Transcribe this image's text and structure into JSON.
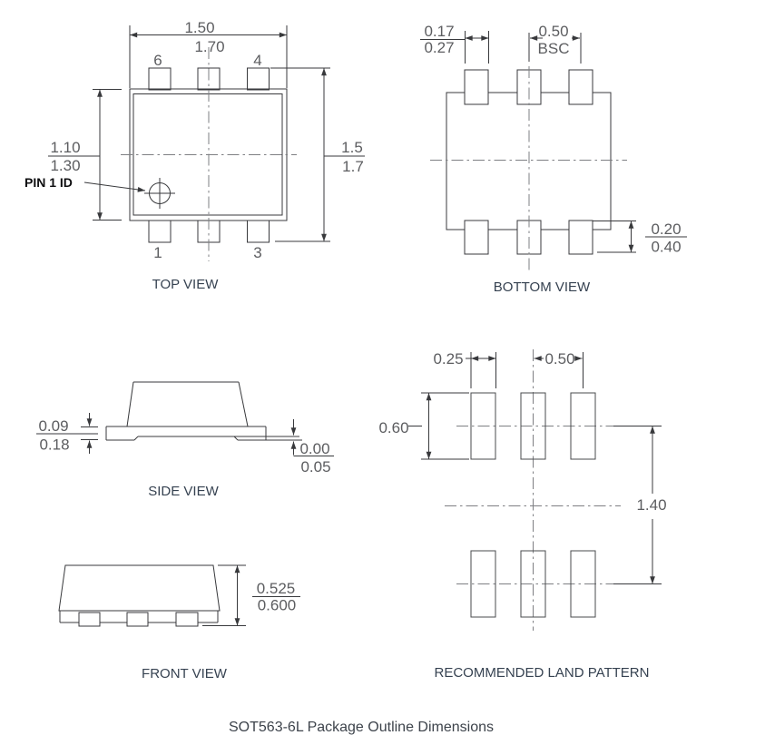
{
  "caption": "SOT563-6L Package Outline Dimensions",
  "views": {
    "top": {
      "label": "TOP VIEW",
      "width_min": "1.50",
      "width_max": "1.70",
      "body_length_min": "1.10",
      "body_length_max": "1.30",
      "overall_length_min": "1.5",
      "overall_length_max": "1.7",
      "pin1_id_label": "PIN 1 ID",
      "pins": {
        "top_left": "6",
        "top_right": "4",
        "bottom_left": "1",
        "bottom_right": "3"
      }
    },
    "bottom": {
      "label": "BOTTOM VIEW",
      "lead_width_min": "0.17",
      "lead_width_max": "0.27",
      "pitch": "0.50",
      "pitch_qualifier": "BSC",
      "lead_length_min": "0.20",
      "lead_length_max": "0.40"
    },
    "side": {
      "label": "SIDE VIEW",
      "lead_thickness_min": "0.09",
      "lead_thickness_max": "0.18",
      "standoff_min": "0.00",
      "standoff_max": "0.05"
    },
    "front": {
      "label": "FRONT VIEW",
      "height_min": "0.525",
      "height_max": "0.600"
    },
    "land": {
      "label": "RECOMMENDED LAND PATTERN",
      "pad_width": "0.25",
      "pad_pitch": "0.50",
      "pad_height": "0.60",
      "row_pitch": "1.40"
    }
  }
}
